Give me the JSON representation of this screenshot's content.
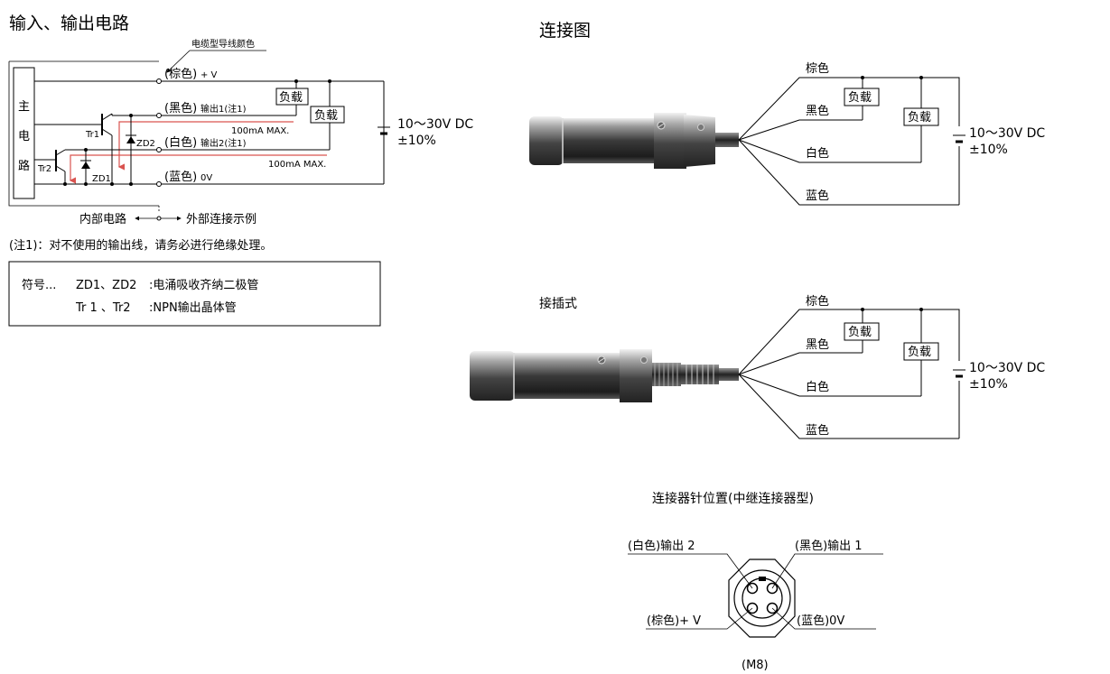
{
  "titles": {
    "io_circuit": "输入、输出电路",
    "connection_diagram": "连接图",
    "plug_in_type": "接插式",
    "pin_position": "连接器针位置(中继连接器型)"
  },
  "io_circuit": {
    "cable_color_label": "电缆型导线颜色",
    "main_circuit_chars": [
      "主",
      "电",
      "路"
    ],
    "wires": {
      "brown": "(棕色)",
      "brown_suffix": "+ V",
      "black": "(黑色)",
      "black_suffix": "输出1(注1)",
      "white": "(白色)",
      "white_suffix": "输出2(注1)",
      "blue": "(蓝色)",
      "blue_suffix": "0V"
    },
    "load": "负载",
    "max_current_1": "100mA MAX.",
    "max_current_2": "100mA MAX.",
    "tr1": "Tr1",
    "tr2": "Tr2",
    "zd1": "ZD1",
    "zd2": "ZD2",
    "supply_voltage": "10～30V DC",
    "supply_tolerance": "±10%",
    "internal_circuit": "内部电路",
    "external_example": "外部连接示例",
    "note": "(注1)：对不使用的输出线，请务必进行绝缘处理。"
  },
  "legend": {
    "symbol_label": "符号...",
    "row1_symbol": "ZD1、ZD2",
    "row1_desc": ":电涌吸收齐纳二极管",
    "row2_symbol": "Tr 1 、Tr2",
    "row2_desc": ":NPN输出晶体管"
  },
  "connection": {
    "brown": "棕色",
    "black": "黑色",
    "white": "白色",
    "blue": "蓝色",
    "load": "负载",
    "supply_voltage": "10～30V DC",
    "supply_tolerance": "±10%"
  },
  "pins": {
    "white_output2": "(白色)输出 2",
    "black_output1": "(黑色)输出 1",
    "brown_plus_v": "(棕色)+ V",
    "blue_0v": "(蓝色)0V",
    "connector_size": "(M8)"
  }
}
